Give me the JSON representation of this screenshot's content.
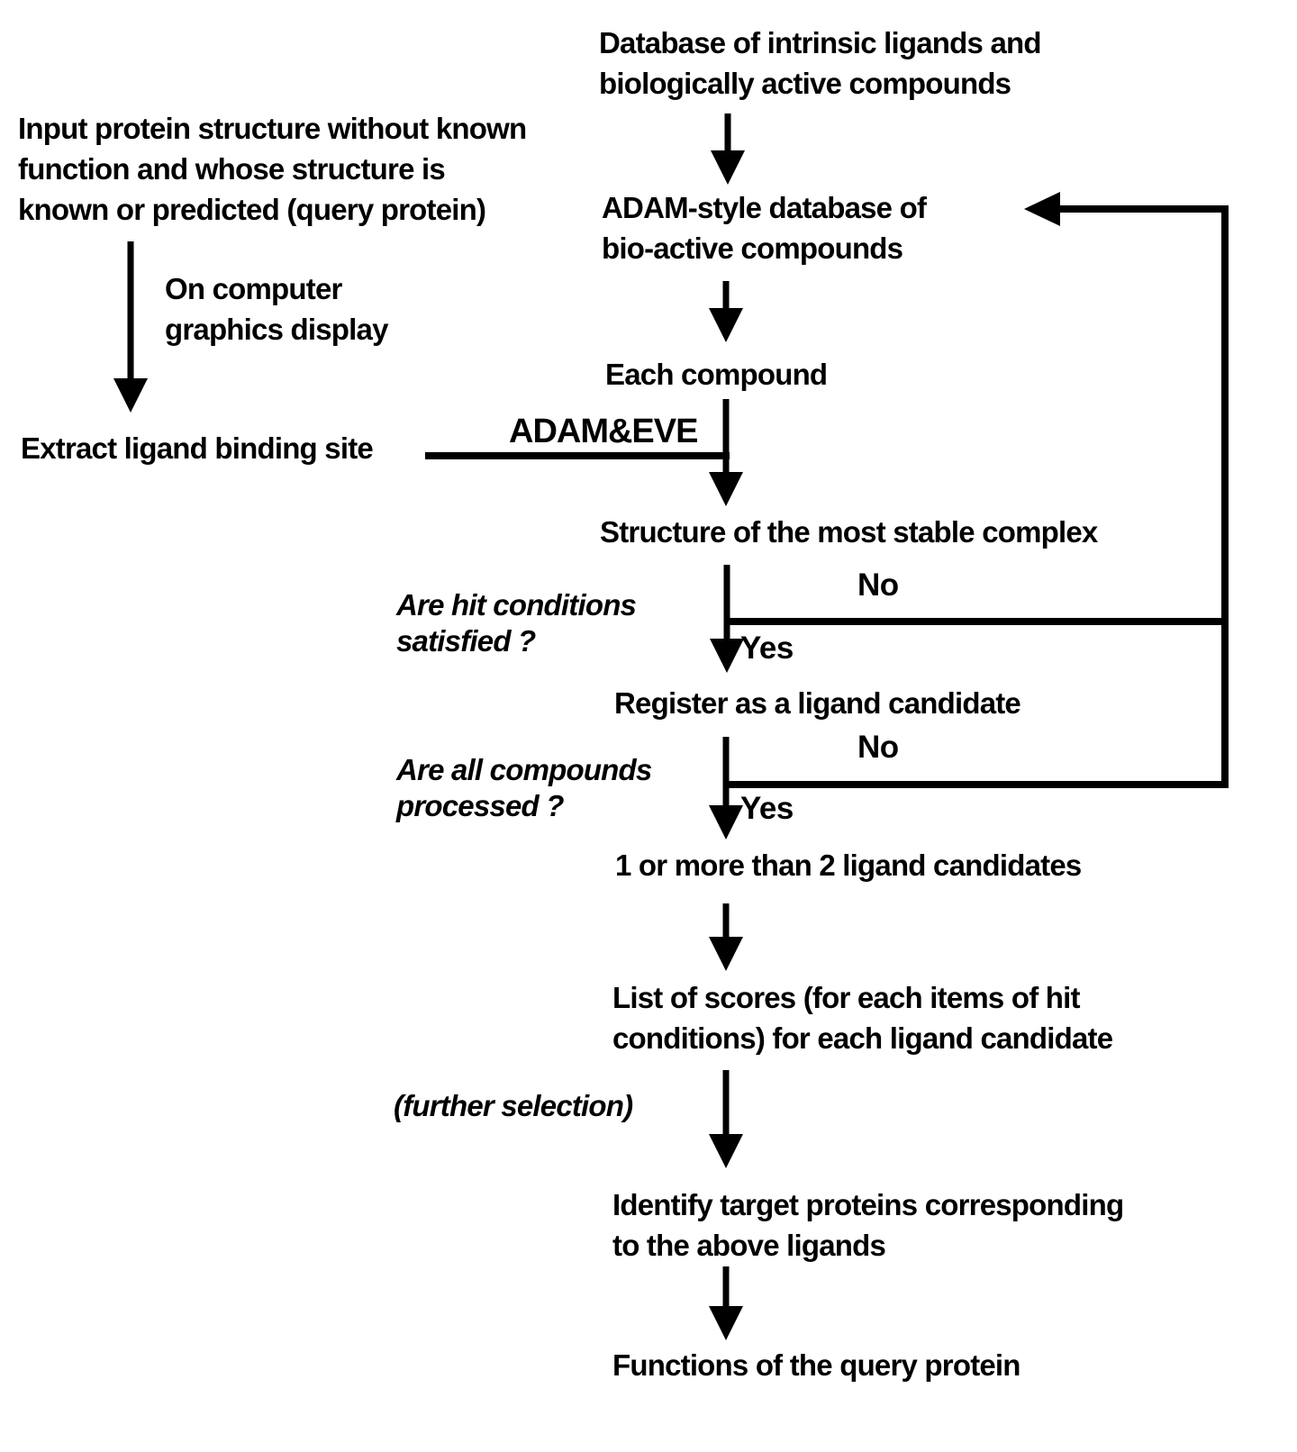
{
  "diagram": {
    "background_color": "#ffffff",
    "ink_color": "#000000",
    "nodes": {
      "db_intrinsic": "Database of intrinsic ligands and\nbiologically active compounds",
      "input_protein": "Input protein structure without known\nfunction and whose structure is\nknown or predicted (query protein)",
      "adam_db": "ADAM-style database of\nbio-active compounds",
      "each_compound": "Each compound",
      "extract_site": "Extract ligand binding site",
      "stable_complex": "Structure of the most stable complex",
      "register_candidate": "Register as a ligand candidate",
      "candidates": "1 or more than 2 ligand candidates",
      "list_scores": "List of scores (for each items of hit\nconditions) for each ligand candidate",
      "identify_targets": "Identify target proteins corresponding\nto the above ligands",
      "functions": "Functions of the query protein"
    },
    "annotations": {
      "on_computer": "On computer\ngraphics display",
      "adam_eve": "ADAM&EVE",
      "hit_conditions": "Are hit conditions\nsatisfied ?",
      "all_compounds": "Are all compounds\nprocessed ?",
      "further_selection": "(further selection)"
    },
    "branches": {
      "hit_no": "No",
      "hit_yes": "Yes",
      "processed_no": "No",
      "processed_yes": "Yes"
    }
  }
}
